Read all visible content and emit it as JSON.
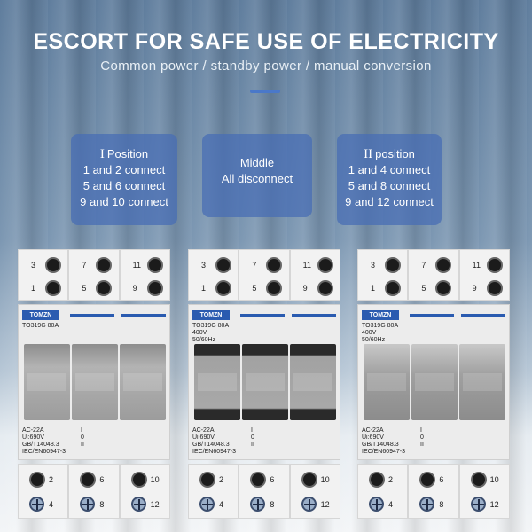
{
  "headline": "ESCORT FOR SAFE USE OF ELECTRICITY",
  "subline": "Common power / standby power / manual conversion",
  "cards": [
    {
      "roman": "I",
      "title": "Position",
      "lines": [
        "1 and 2 connect",
        "5 and 6 connect",
        "9 and 10 connect"
      ]
    },
    {
      "title": "Middle",
      "lines": [
        "All disconnect"
      ]
    },
    {
      "roman": "II",
      "title": "position",
      "lines": [
        "1 and 4 connect",
        "5 and 8 connect",
        "9 and 12 connect"
      ]
    }
  ],
  "switches": [
    {
      "brand": "TOMZN",
      "model": "TO319G 80A",
      "rating_lines": [],
      "spec_lines": [
        "AC-22A",
        "Ui:690V",
        "GB/T14048.3",
        "IEC/EN60947-3"
      ],
      "indicator": [
        "I",
        "0",
        "II"
      ],
      "top_terminals": [
        "3",
        "7",
        "11"
      ],
      "mid_terminals": [
        "1",
        "5",
        "9"
      ],
      "bottom_holes": [
        "2",
        "6",
        "10"
      ],
      "bottom_screws": [
        "4",
        "8",
        "12"
      ],
      "lever_state": "up"
    },
    {
      "brand": "TOMZN",
      "model": "TO319G 80A",
      "rating_lines": [
        "400V~",
        "50/60Hz"
      ],
      "spec_lines": [
        "AC-22A",
        "Ui:690V",
        "GB/T14048.3",
        "IEC/EN60947-3"
      ],
      "indicator": [
        "I",
        "0",
        "II"
      ],
      "top_terminals": [
        "3",
        "7",
        "11"
      ],
      "mid_terminals": [
        "1",
        "5",
        "9"
      ],
      "bottom_holes": [
        "2",
        "6",
        "10"
      ],
      "bottom_screws": [
        "4",
        "8",
        "12"
      ],
      "lever_state": "mid"
    },
    {
      "brand": "TOMZN",
      "model": "TO319G 80A",
      "rating_lines": [
        "400V~",
        "50/60Hz"
      ],
      "spec_lines": [
        "AC-22A",
        "Ui:690V",
        "GB/T14048.3",
        "IEC/EN60947-3"
      ],
      "indicator": [
        "I",
        "0",
        "II"
      ],
      "top_terminals": [
        "3",
        "7",
        "11"
      ],
      "mid_terminals": [
        "1",
        "5",
        "9"
      ],
      "bottom_holes": [
        "2",
        "6",
        "10"
      ],
      "bottom_screws": [
        "4",
        "8",
        "12"
      ],
      "lever_state": "down"
    }
  ]
}
